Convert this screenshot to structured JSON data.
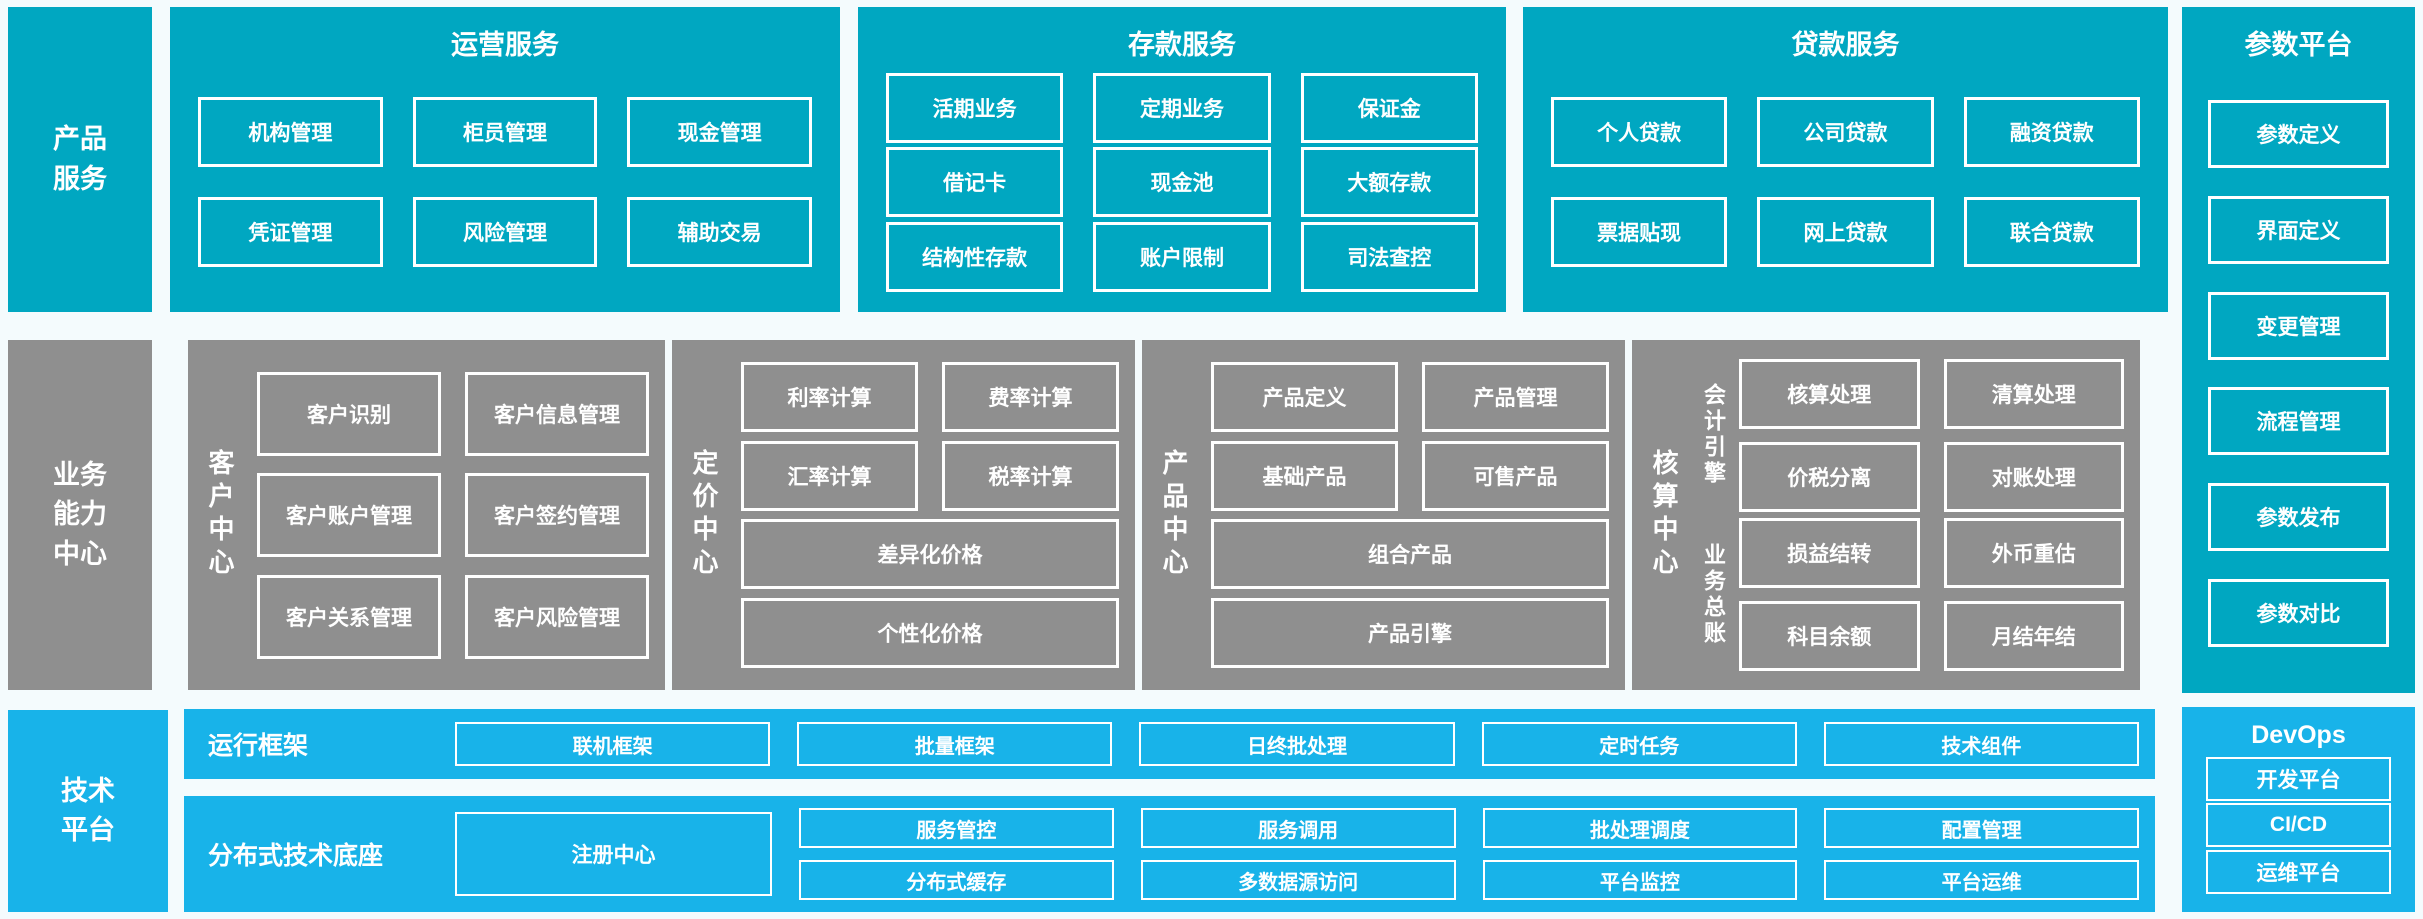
{
  "palette": {
    "teal": "#00A7C1",
    "blue": "#18B3E9",
    "gray": "#8F8F8F",
    "background": "#F4FBFD",
    "box_border": "#FFFFFF",
    "text": "#FFFFFF"
  },
  "top": {
    "sidebar": "产品\n服务",
    "ops": {
      "title": "运营服务",
      "items": [
        "机构管理",
        "柜员管理",
        "现金管理",
        "凭证管理",
        "风险管理",
        "辅助交易"
      ]
    },
    "deposit": {
      "title": "存款服务",
      "items": [
        "活期业务",
        "定期业务",
        "保证金",
        "借记卡",
        "现金池",
        "大额存款",
        "结构性存款",
        "账户限制",
        "司法查控"
      ]
    },
    "loan": {
      "title": "贷款服务",
      "items": [
        "个人贷款",
        "公司贷款",
        "融资贷款",
        "票据贴现",
        "网上贷款",
        "联合贷款"
      ]
    }
  },
  "param": {
    "title": "参数平台",
    "items": [
      "参数定义",
      "界面定义",
      "变更管理",
      "流程管理",
      "参数发布",
      "参数对比"
    ]
  },
  "middle": {
    "sidebar": "业务\n能力\n中心",
    "customer": {
      "label": "客户中心",
      "items": [
        "客户识别",
        "客户信息管理",
        "客户账户管理",
        "客户签约管理",
        "客户关系管理",
        "客户风险管理"
      ]
    },
    "pricing": {
      "label": "定价中心",
      "items": [
        "利率计算",
        "费率计算",
        "汇率计算",
        "税率计算"
      ],
      "wide_items": [
        "差异化价格",
        "个性化价格"
      ]
    },
    "product": {
      "label": "产品中心",
      "items": [
        "产品定义",
        "产品管理",
        "基础产品",
        "可售产品"
      ],
      "wide_items": [
        "组合产品",
        "产品引擎"
      ]
    },
    "accounting": {
      "label": "核算中心",
      "groups": [
        {
          "label": "会计引擎",
          "items": [
            "核算处理",
            "清算处理",
            "价税分离",
            "对账处理"
          ]
        },
        {
          "label": "业务总账",
          "items": [
            "损益结转",
            "外币重估",
            "科目余额",
            "月结年结"
          ]
        }
      ]
    }
  },
  "bottom": {
    "sidebar": "技术\n平台",
    "runtime": {
      "label": "运行框架",
      "items": [
        "联机框架",
        "批量框架",
        "日终批处理",
        "定时任务",
        "技术组件"
      ]
    },
    "distributed": {
      "label": "分布式技术底座",
      "registry": "注册中心",
      "items": [
        "服务管控",
        "服务调用",
        "批处理调度",
        "配置管理",
        "分布式缓存",
        "多数据源访问",
        "平台监控",
        "平台运维"
      ]
    },
    "devops": {
      "title": "DevOps",
      "items": [
        "开发平台",
        "CI/CD",
        "运维平台"
      ]
    }
  }
}
